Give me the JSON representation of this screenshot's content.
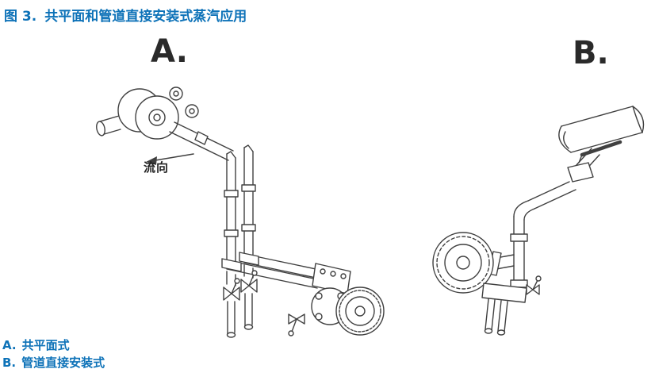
{
  "figure": {
    "number": "图 3.",
    "title": "共平面和管道直接安装式蒸汽应用"
  },
  "diagrams": {
    "a": {
      "label": "A.",
      "flow_label": "流向"
    },
    "b": {
      "label": "B."
    }
  },
  "legend": {
    "items": [
      {
        "letter": "A.",
        "text": "共平面式"
      },
      {
        "letter": "B.",
        "text": "管道直接安装式"
      }
    ]
  },
  "colors": {
    "accent_blue": "#0d72b8",
    "line_gray": "#404040"
  }
}
